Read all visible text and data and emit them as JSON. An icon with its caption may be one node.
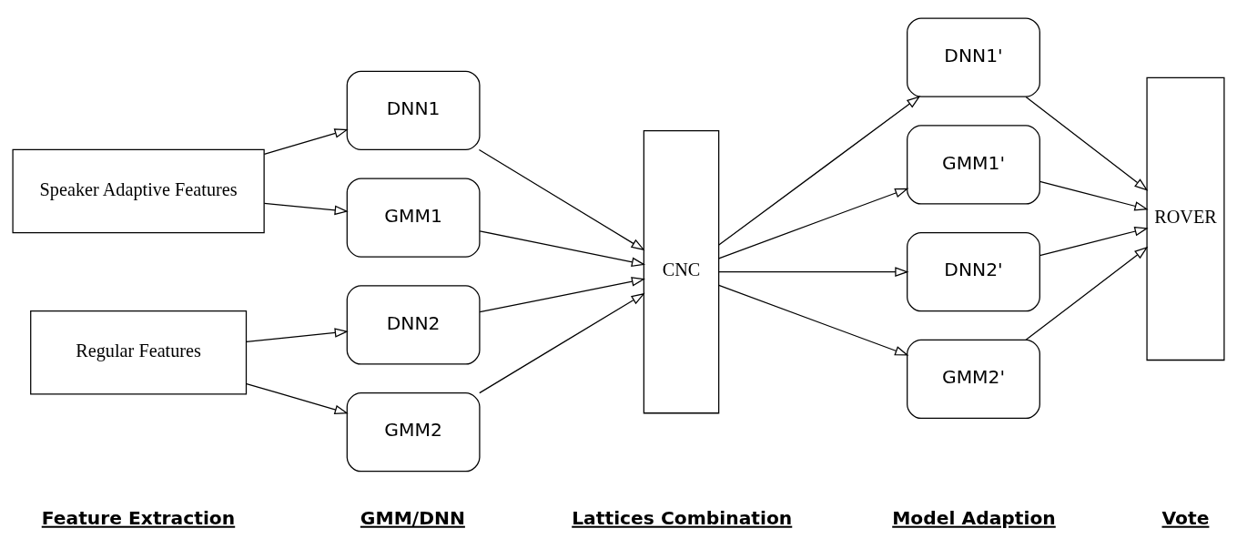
{
  "diagram": {
    "nodes": [
      {
        "text": [
          "Speaker Adaptive Features"
        ]
      },
      {
        "text": [
          "Regular Features"
        ]
      },
      {
        "text": [
          "DNN1"
        ]
      },
      {
        "text": [
          "GMM1"
        ]
      },
      {
        "text": [
          "DNN2"
        ]
      },
      {
        "text": [
          "GMM2"
        ]
      },
      {
        "text": [
          "CNC"
        ]
      },
      {
        "text": [
          "DNN1'"
        ]
      },
      {
        "text": [
          "GMM1'"
        ]
      },
      {
        "text": [
          "DNN2'"
        ]
      },
      {
        "text": [
          "GMM2'"
        ]
      },
      {
        "text": [
          "ROVER"
        ]
      }
    ],
    "edges": [
      {
        "from": 0,
        "to": 2,
        "arrow": "to"
      },
      {
        "from": 0,
        "to": 3,
        "arrow": "to"
      },
      {
        "from": 1,
        "to": 4,
        "arrow": "to"
      },
      {
        "from": 1,
        "to": 5,
        "arrow": "to"
      },
      {
        "from": 2,
        "to": 6,
        "arrow": "to"
      },
      {
        "from": 3,
        "to": 6,
        "arrow": "to"
      },
      {
        "from": 4,
        "to": 6,
        "arrow": "to"
      },
      {
        "from": 5,
        "to": 6,
        "arrow": "to"
      },
      {
        "from": 6,
        "to": 7,
        "arrow": "to"
      },
      {
        "from": 6,
        "to": 8,
        "arrow": "to"
      },
      {
        "from": 6,
        "to": 9,
        "arrow": "to"
      },
      {
        "from": 6,
        "to": 10,
        "arrow": "to"
      },
      {
        "from": 7,
        "to": 11,
        "arrow": "to"
      },
      {
        "from": 8,
        "to": 11,
        "arrow": "to"
      },
      {
        "from": 9,
        "to": 11,
        "arrow": "to"
      },
      {
        "from": 10,
        "to": 11,
        "arrow": "to"
      }
    ],
    "labels": [
      "Feature Extraction",
      "GMM/DNN",
      "Lattices Combination",
      "Model Adaption",
      "Vote"
    ]
  }
}
